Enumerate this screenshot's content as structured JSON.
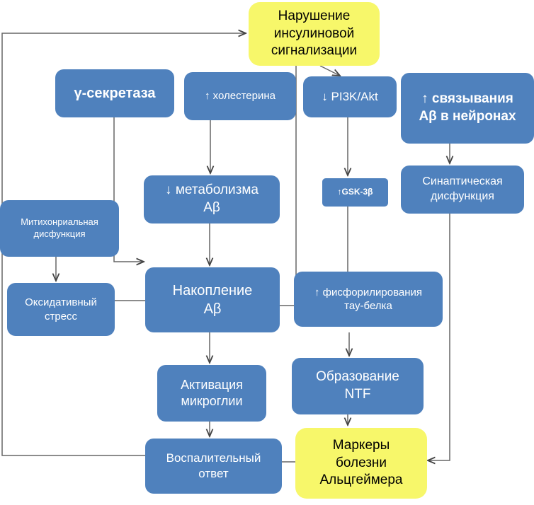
{
  "nodes": {
    "insulin": "Нарушение\nинсулиновой\nсигнализации",
    "gamma": "γ-секретаза",
    "cholesterol": "↑ холестерина",
    "pi3k": "↓ PI3K/Akt",
    "binding": "↑ связывания\nAβ в нейронах",
    "metabolism": "↓ метаболизма\nAβ",
    "gsk": "↑GSK-3β",
    "synaptic": "Синаптическая\nдисфункция",
    "mito": "Митихонриальная\nдисфункция",
    "oxidative": "Оксидативный\nстресс",
    "accumulation": "Накопление\nAβ",
    "phospho": "↑ фисфорилирования\nтау-белка",
    "microglia": "Активация\nмикроглии",
    "ntf": "Образование\nNTF",
    "inflammation": "Воспалительный\nответ",
    "markers": "Маркеры\nболезни\nАльцгеймера"
  },
  "colors": {
    "blue": "#4f81bd",
    "yellow": "#f7f76a",
    "line": "#555555"
  }
}
